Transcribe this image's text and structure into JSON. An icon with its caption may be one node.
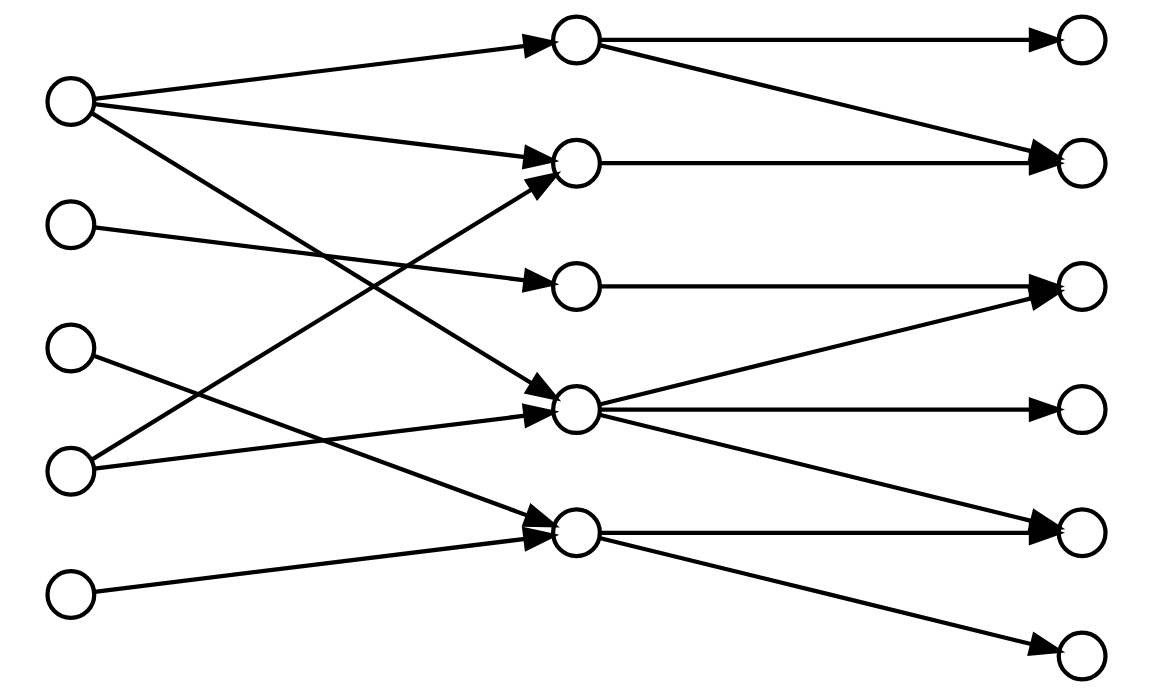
{
  "diagram": {
    "nodes": [
      {
        "text": [],
        "shape": "circle"
      },
      {
        "text": [],
        "shape": "circle"
      },
      {
        "text": [],
        "shape": "circle"
      },
      {
        "text": [],
        "shape": "circle"
      },
      {
        "text": [],
        "shape": "circle"
      },
      {
        "text": [],
        "shape": "circle"
      },
      {
        "text": [],
        "shape": "circle"
      },
      {
        "text": [],
        "shape": "circle"
      },
      {
        "text": [],
        "shape": "circle"
      },
      {
        "text": [],
        "shape": "circle"
      },
      {
        "text": [],
        "shape": "circle"
      },
      {
        "text": [],
        "shape": "circle"
      },
      {
        "text": [],
        "shape": "circle"
      },
      {
        "text": [],
        "shape": "circle"
      },
      {
        "text": [],
        "shape": "circle"
      },
      {
        "text": [],
        "shape": "circle"
      }
    ],
    "edges": [
      {
        "from": 0,
        "to": 5,
        "arrow": "to"
      },
      {
        "from": 0,
        "to": 6,
        "arrow": "to"
      },
      {
        "from": 0,
        "to": 8,
        "arrow": "to"
      },
      {
        "from": 1,
        "to": 7,
        "arrow": "to"
      },
      {
        "from": 2,
        "to": 9,
        "arrow": "to"
      },
      {
        "from": 3,
        "to": 6,
        "arrow": "to"
      },
      {
        "from": 3,
        "to": 8,
        "arrow": "to"
      },
      {
        "from": 4,
        "to": 9,
        "arrow": "to"
      },
      {
        "from": 5,
        "to": 10,
        "arrow": "to"
      },
      {
        "from": 5,
        "to": 11,
        "arrow": "to"
      },
      {
        "from": 6,
        "to": 11,
        "arrow": "to"
      },
      {
        "from": 7,
        "to": 12,
        "arrow": "to"
      },
      {
        "from": 8,
        "to": 12,
        "arrow": "to"
      },
      {
        "from": 8,
        "to": 13,
        "arrow": "to"
      },
      {
        "from": 8,
        "to": 14,
        "arrow": "to"
      },
      {
        "from": 9,
        "to": 14,
        "arrow": "to"
      },
      {
        "from": 9,
        "to": 15,
        "arrow": "to"
      }
    ]
  }
}
